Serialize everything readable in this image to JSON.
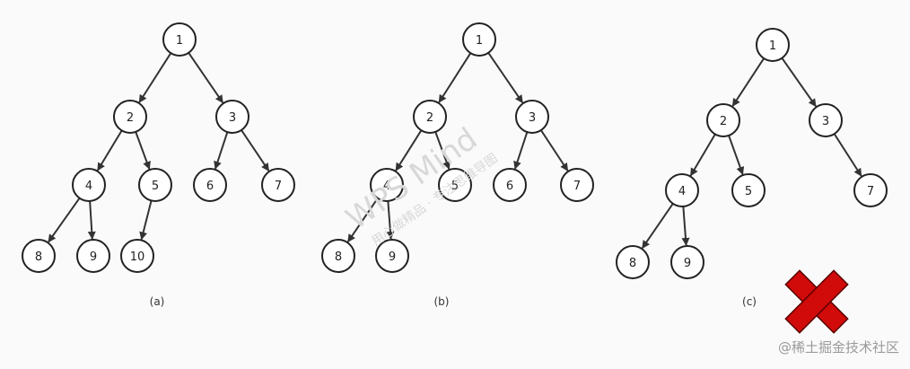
{
  "colors": {
    "background": "#fafafa",
    "node_fill": "#ffffff",
    "stroke": "#222222",
    "cross": "#d10a0a"
  },
  "trees": [
    {
      "caption": "(a)",
      "nodes": [
        {
          "id": "1",
          "label": "1"
        },
        {
          "id": "2",
          "label": "2"
        },
        {
          "id": "3",
          "label": "3"
        },
        {
          "id": "4",
          "label": "4"
        },
        {
          "id": "5",
          "label": "5"
        },
        {
          "id": "6",
          "label": "6"
        },
        {
          "id": "7",
          "label": "7"
        },
        {
          "id": "8",
          "label": "8"
        },
        {
          "id": "9",
          "label": "9"
        },
        {
          "id": "10",
          "label": "10"
        }
      ],
      "edges": [
        [
          "1",
          "2"
        ],
        [
          "1",
          "3"
        ],
        [
          "2",
          "4"
        ],
        [
          "2",
          "5"
        ],
        [
          "3",
          "6"
        ],
        [
          "3",
          "7"
        ],
        [
          "4",
          "8"
        ],
        [
          "4",
          "9"
        ],
        [
          "5",
          "10"
        ]
      ]
    },
    {
      "caption": "(b)",
      "nodes": [
        {
          "id": "1",
          "label": "1"
        },
        {
          "id": "2",
          "label": "2"
        },
        {
          "id": "3",
          "label": "3"
        },
        {
          "id": "4",
          "label": "4"
        },
        {
          "id": "5",
          "label": "5"
        },
        {
          "id": "6",
          "label": "6"
        },
        {
          "id": "7",
          "label": "7"
        },
        {
          "id": "8",
          "label": "8"
        },
        {
          "id": "9",
          "label": "9"
        }
      ],
      "edges": [
        [
          "1",
          "2"
        ],
        [
          "1",
          "3"
        ],
        [
          "2",
          "4"
        ],
        [
          "2",
          "5"
        ],
        [
          "3",
          "6"
        ],
        [
          "3",
          "7"
        ],
        [
          "4",
          "8"
        ],
        [
          "4",
          "9"
        ]
      ]
    },
    {
      "caption": "(c)",
      "mark": "cross-icon",
      "nodes": [
        {
          "id": "1",
          "label": "1"
        },
        {
          "id": "2",
          "label": "2"
        },
        {
          "id": "3",
          "label": "3"
        },
        {
          "id": "4",
          "label": "4"
        },
        {
          "id": "5",
          "label": "5"
        },
        {
          "id": "7",
          "label": "7"
        },
        {
          "id": "8",
          "label": "8"
        },
        {
          "id": "9",
          "label": "9"
        }
      ],
      "edges": [
        [
          "1",
          "2"
        ],
        [
          "1",
          "3"
        ],
        [
          "2",
          "4"
        ],
        [
          "2",
          "5"
        ],
        [
          "3",
          "7"
        ],
        [
          "4",
          "8"
        ],
        [
          "4",
          "9"
        ]
      ]
    }
  ],
  "watermark": {
    "line1": "WPS Mind",
    "line2": "用心做精品 · 专注思维导图"
  },
  "attribution": "@稀土掘金技术社区"
}
